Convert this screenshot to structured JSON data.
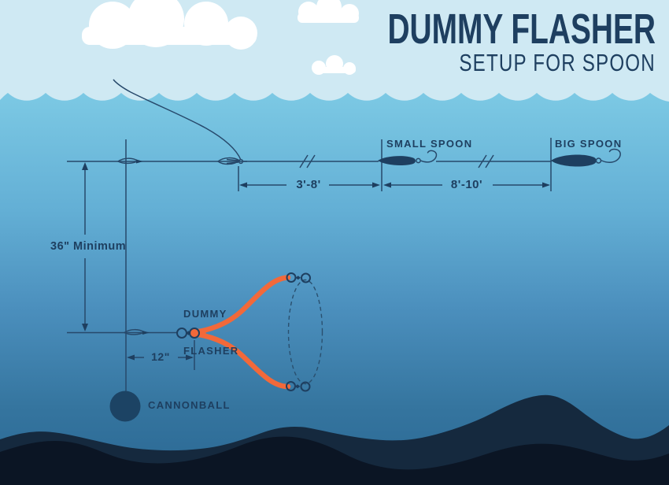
{
  "title": {
    "main": "DUMMY FLASHER",
    "subtitle": "SETUP FOR SPOON"
  },
  "labels": {
    "small_spoon": "SMALL SPOON",
    "big_spoon": "BIG SPOON",
    "dummy_flasher_line1": "DUMMY",
    "dummy_flasher_line2": "FLASHER",
    "cannonball": "CANNONBALL"
  },
  "dimensions": {
    "clip_to_small_spoon": "3'-8'",
    "small_to_big_spoon": "8'-10'",
    "minimum_depth": "36\" Minimum",
    "dropper_length": "12\""
  },
  "colors": {
    "sky": "#cfe9f3",
    "cloud": "#ffffff",
    "water_top": "#7cc9e4",
    "water_bottom": "#2a6793",
    "navy": "#1e3f60",
    "line": "#27496b",
    "orange": "#f2693a",
    "cannonball_fill": "#1c4364",
    "mountain_back": "#15293e",
    "mountain_front": "#0b1524"
  }
}
